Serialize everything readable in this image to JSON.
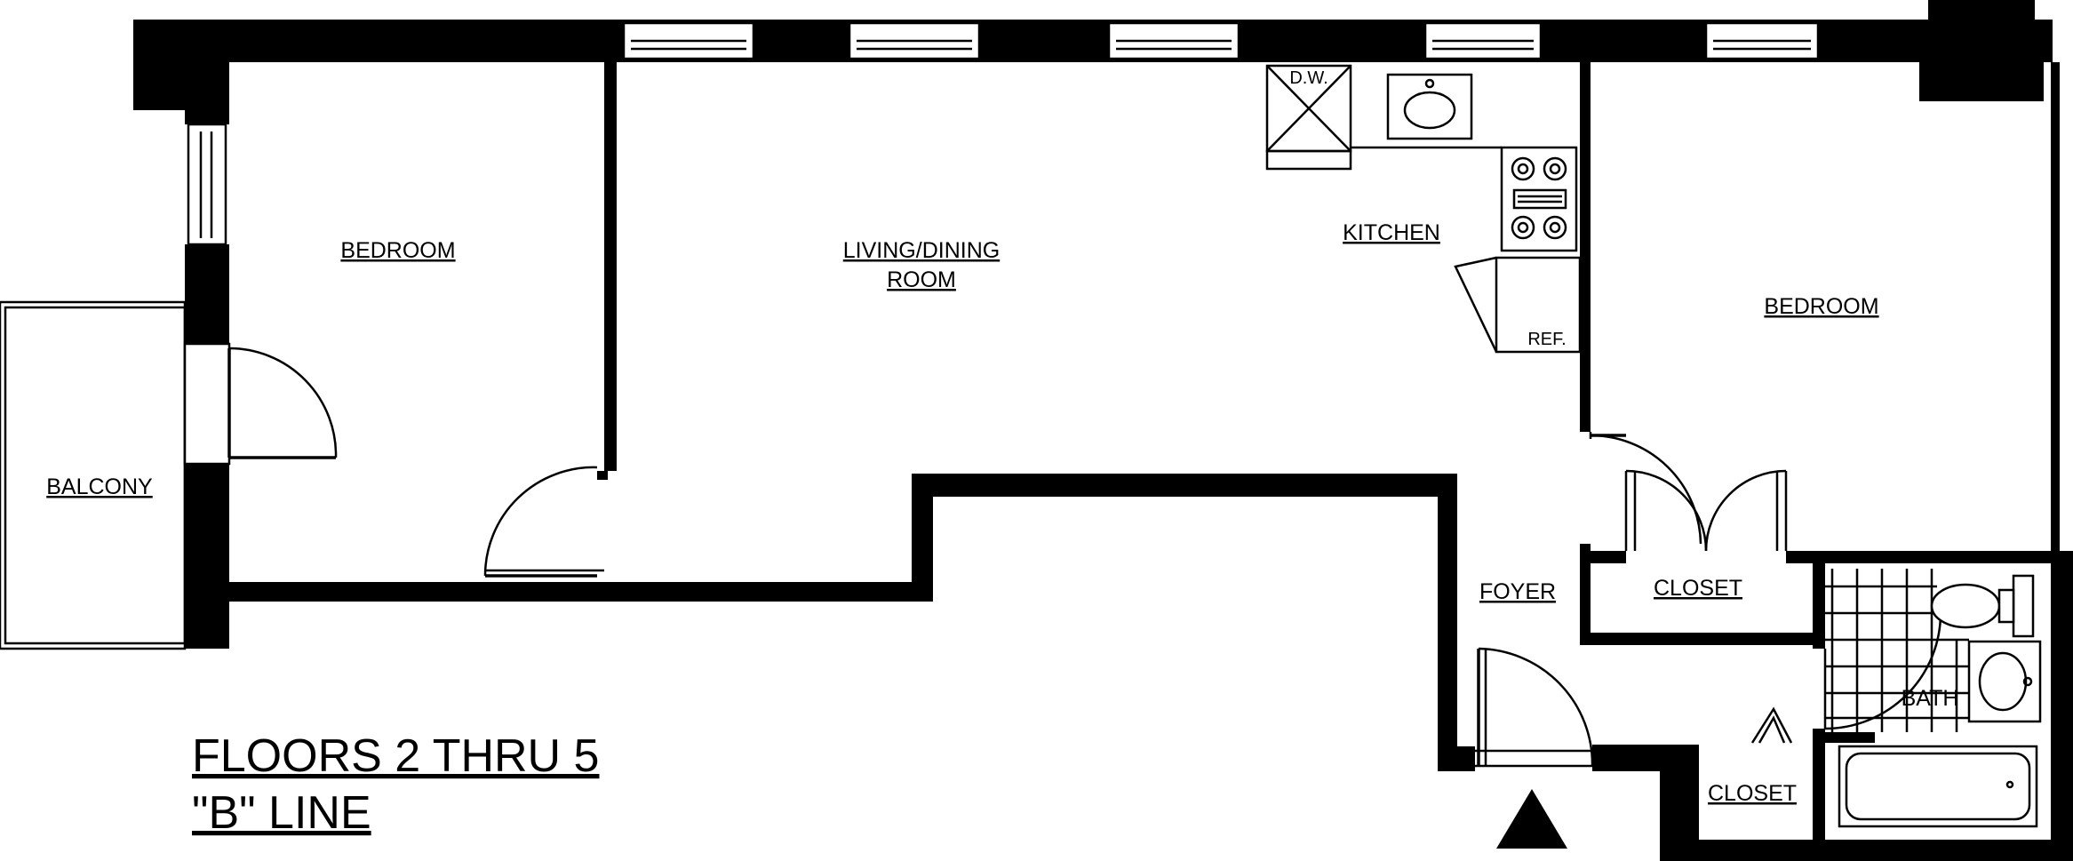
{
  "rooms": {
    "bedroom_left": "BEDROOM",
    "living_line1": "LIVING/DINING",
    "living_line2": "ROOM",
    "kitchen": "KITCHEN",
    "bedroom_right": "BEDROOM",
    "balcony": "BALCONY",
    "foyer": "FOYER",
    "closet_main": "CLOSET",
    "closet_small": "CLOSET",
    "bath": "BATH"
  },
  "fixtures": {
    "dishwasher": "D.W.",
    "refrigerator": "REF."
  },
  "title": {
    "line1": "FLOORS 2 THRU 5",
    "line2": "\"B\" LINE"
  },
  "colors": {
    "wall": "#000000",
    "background": "#ffffff"
  }
}
